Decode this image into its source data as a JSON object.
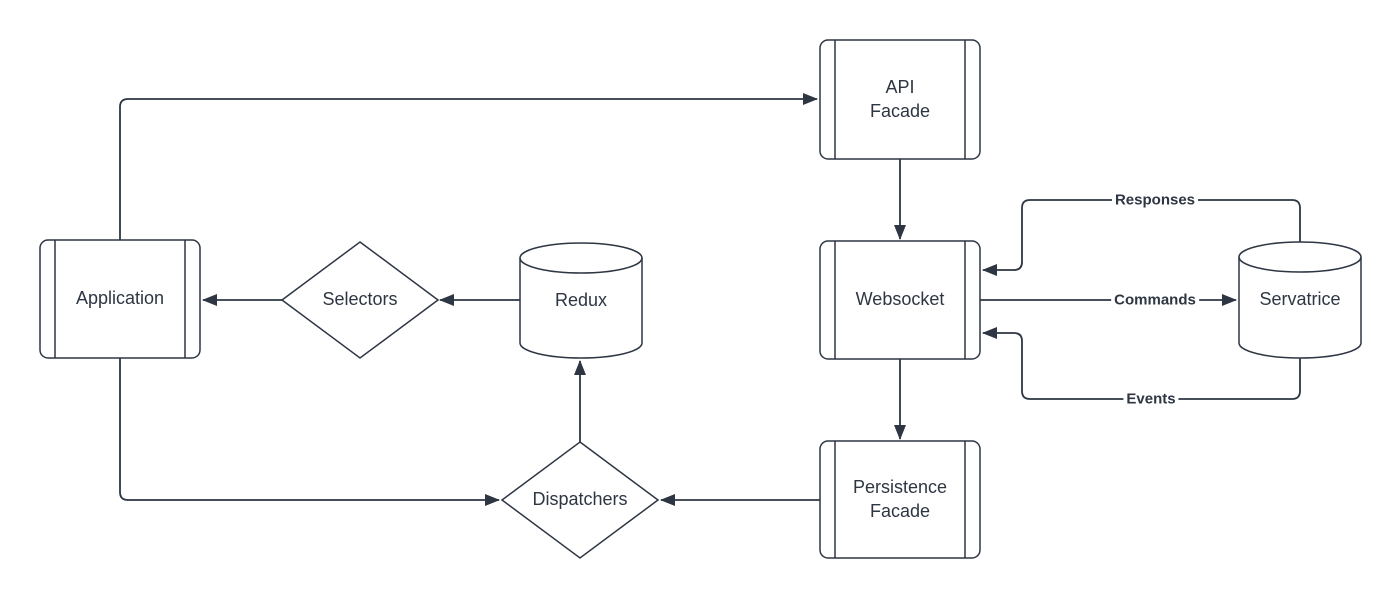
{
  "diagram": {
    "colors": {
      "background": "#ffffff",
      "stroke": "#2d3642",
      "text": "#2d3642",
      "edge_label_background": "#ffffff"
    },
    "nodes": {
      "application": {
        "label": "Application",
        "shape": "process"
      },
      "selectors": {
        "label": "Selectors",
        "shape": "diamond"
      },
      "redux": {
        "label": "Redux",
        "shape": "cylinder"
      },
      "api_facade": {
        "label": "API Facade",
        "shape": "process"
      },
      "websocket": {
        "label": "Websocket",
        "shape": "process"
      },
      "persistence_facade": {
        "label": "Persistence Facade",
        "shape": "process"
      },
      "dispatchers": {
        "label": "Dispatchers",
        "shape": "diamond"
      },
      "servatrice": {
        "label": "Servatrice",
        "shape": "cylinder"
      }
    },
    "edges": [
      {
        "from": "application",
        "to": "api_facade",
        "label": ""
      },
      {
        "from": "api_facade",
        "to": "websocket",
        "label": ""
      },
      {
        "from": "websocket",
        "to": "persistence_facade",
        "label": ""
      },
      {
        "from": "persistence_facade",
        "to": "dispatchers",
        "label": ""
      },
      {
        "from": "application",
        "to": "dispatchers",
        "label": ""
      },
      {
        "from": "dispatchers",
        "to": "redux",
        "label": ""
      },
      {
        "from": "redux",
        "to": "selectors",
        "label": ""
      },
      {
        "from": "selectors",
        "to": "application",
        "label": ""
      },
      {
        "from": "servatrice",
        "to": "websocket",
        "label": "Responses"
      },
      {
        "from": "websocket",
        "to": "servatrice",
        "label": "Commands"
      },
      {
        "from": "servatrice",
        "to": "websocket",
        "label": "Events"
      }
    ]
  }
}
